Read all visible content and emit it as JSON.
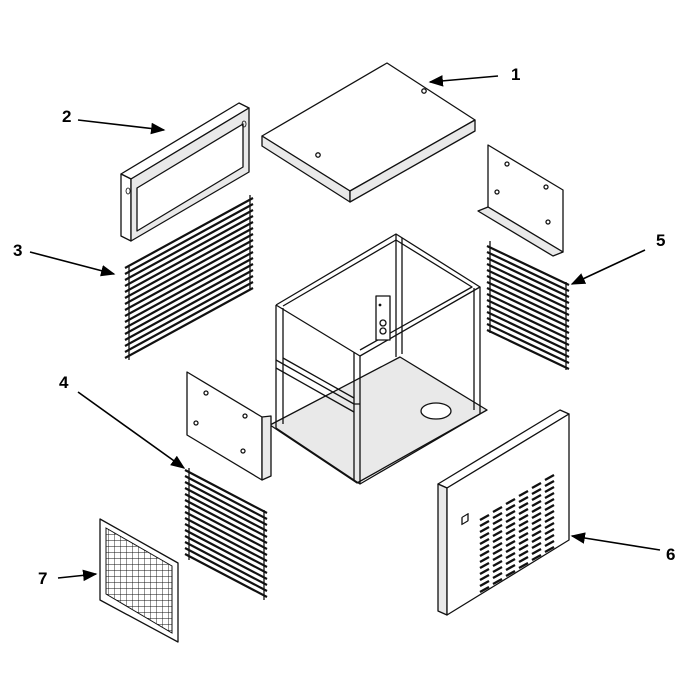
{
  "diagram": {
    "callouts": [
      {
        "id": "1",
        "label": "1",
        "part": "top-panel"
      },
      {
        "id": "2",
        "label": "2",
        "part": "rear-frame-panel"
      },
      {
        "id": "3",
        "label": "3",
        "part": "left-grille"
      },
      {
        "id": "4",
        "label": "4",
        "part": "front-left-grille"
      },
      {
        "id": "5",
        "label": "5",
        "part": "right-grille"
      },
      {
        "id": "6",
        "label": "6",
        "part": "front-louvered-panel"
      },
      {
        "id": "7",
        "label": "7",
        "part": "filter-screen"
      }
    ],
    "colors": {
      "line": "#111111",
      "background": "#ffffff"
    }
  }
}
